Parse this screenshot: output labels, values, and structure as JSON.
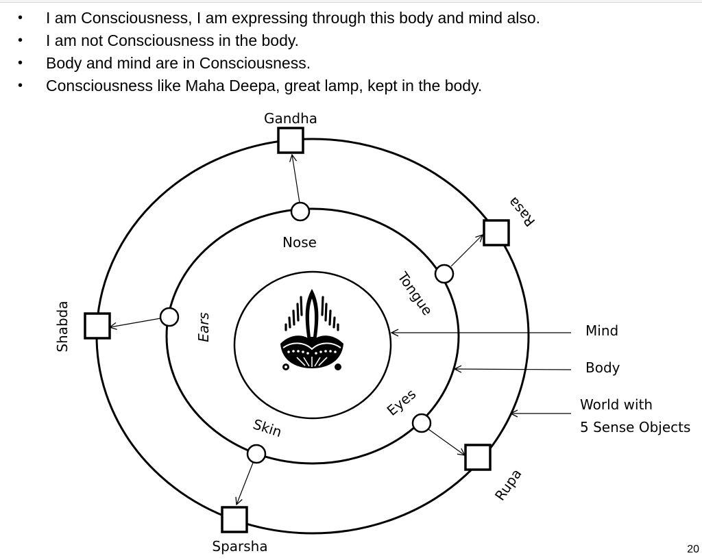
{
  "slide": {
    "bullets": [
      "I am Consciousness, I am expressing through this body and mind also.",
      "I am not Consciousness in the body.",
      "Body and mind are in Consciousness.",
      "Consciousness like Maha Deepa, great lamp, kept in the body."
    ],
    "bullet_glyph": "•",
    "page_number": "20"
  },
  "diagram": {
    "center_icon": "oil-lamp-icon",
    "rings": [
      {
        "id": "mind",
        "label": "Mind"
      },
      {
        "id": "body",
        "label": "Body"
      },
      {
        "id": "world",
        "label_line1": "World with",
        "label_line2": "5 Sense Objects"
      }
    ],
    "sense_organs": [
      {
        "id": "nose",
        "label": "Nose"
      },
      {
        "id": "tongue",
        "label": "Tongue"
      },
      {
        "id": "ears",
        "label": "Ears"
      },
      {
        "id": "eyes",
        "label": "Eyes"
      },
      {
        "id": "skin",
        "label": "Skin"
      }
    ],
    "sense_objects": [
      {
        "id": "gandha",
        "label": "Gandha",
        "organ": "nose"
      },
      {
        "id": "rasa",
        "label": "Rasa",
        "organ": "tongue"
      },
      {
        "id": "shabda",
        "label": "Shabda",
        "organ": "ears"
      },
      {
        "id": "rupa",
        "label": "Rupa",
        "organ": "eyes"
      },
      {
        "id": "sparsha",
        "label": "Sparsha",
        "organ": "skin"
      }
    ]
  }
}
